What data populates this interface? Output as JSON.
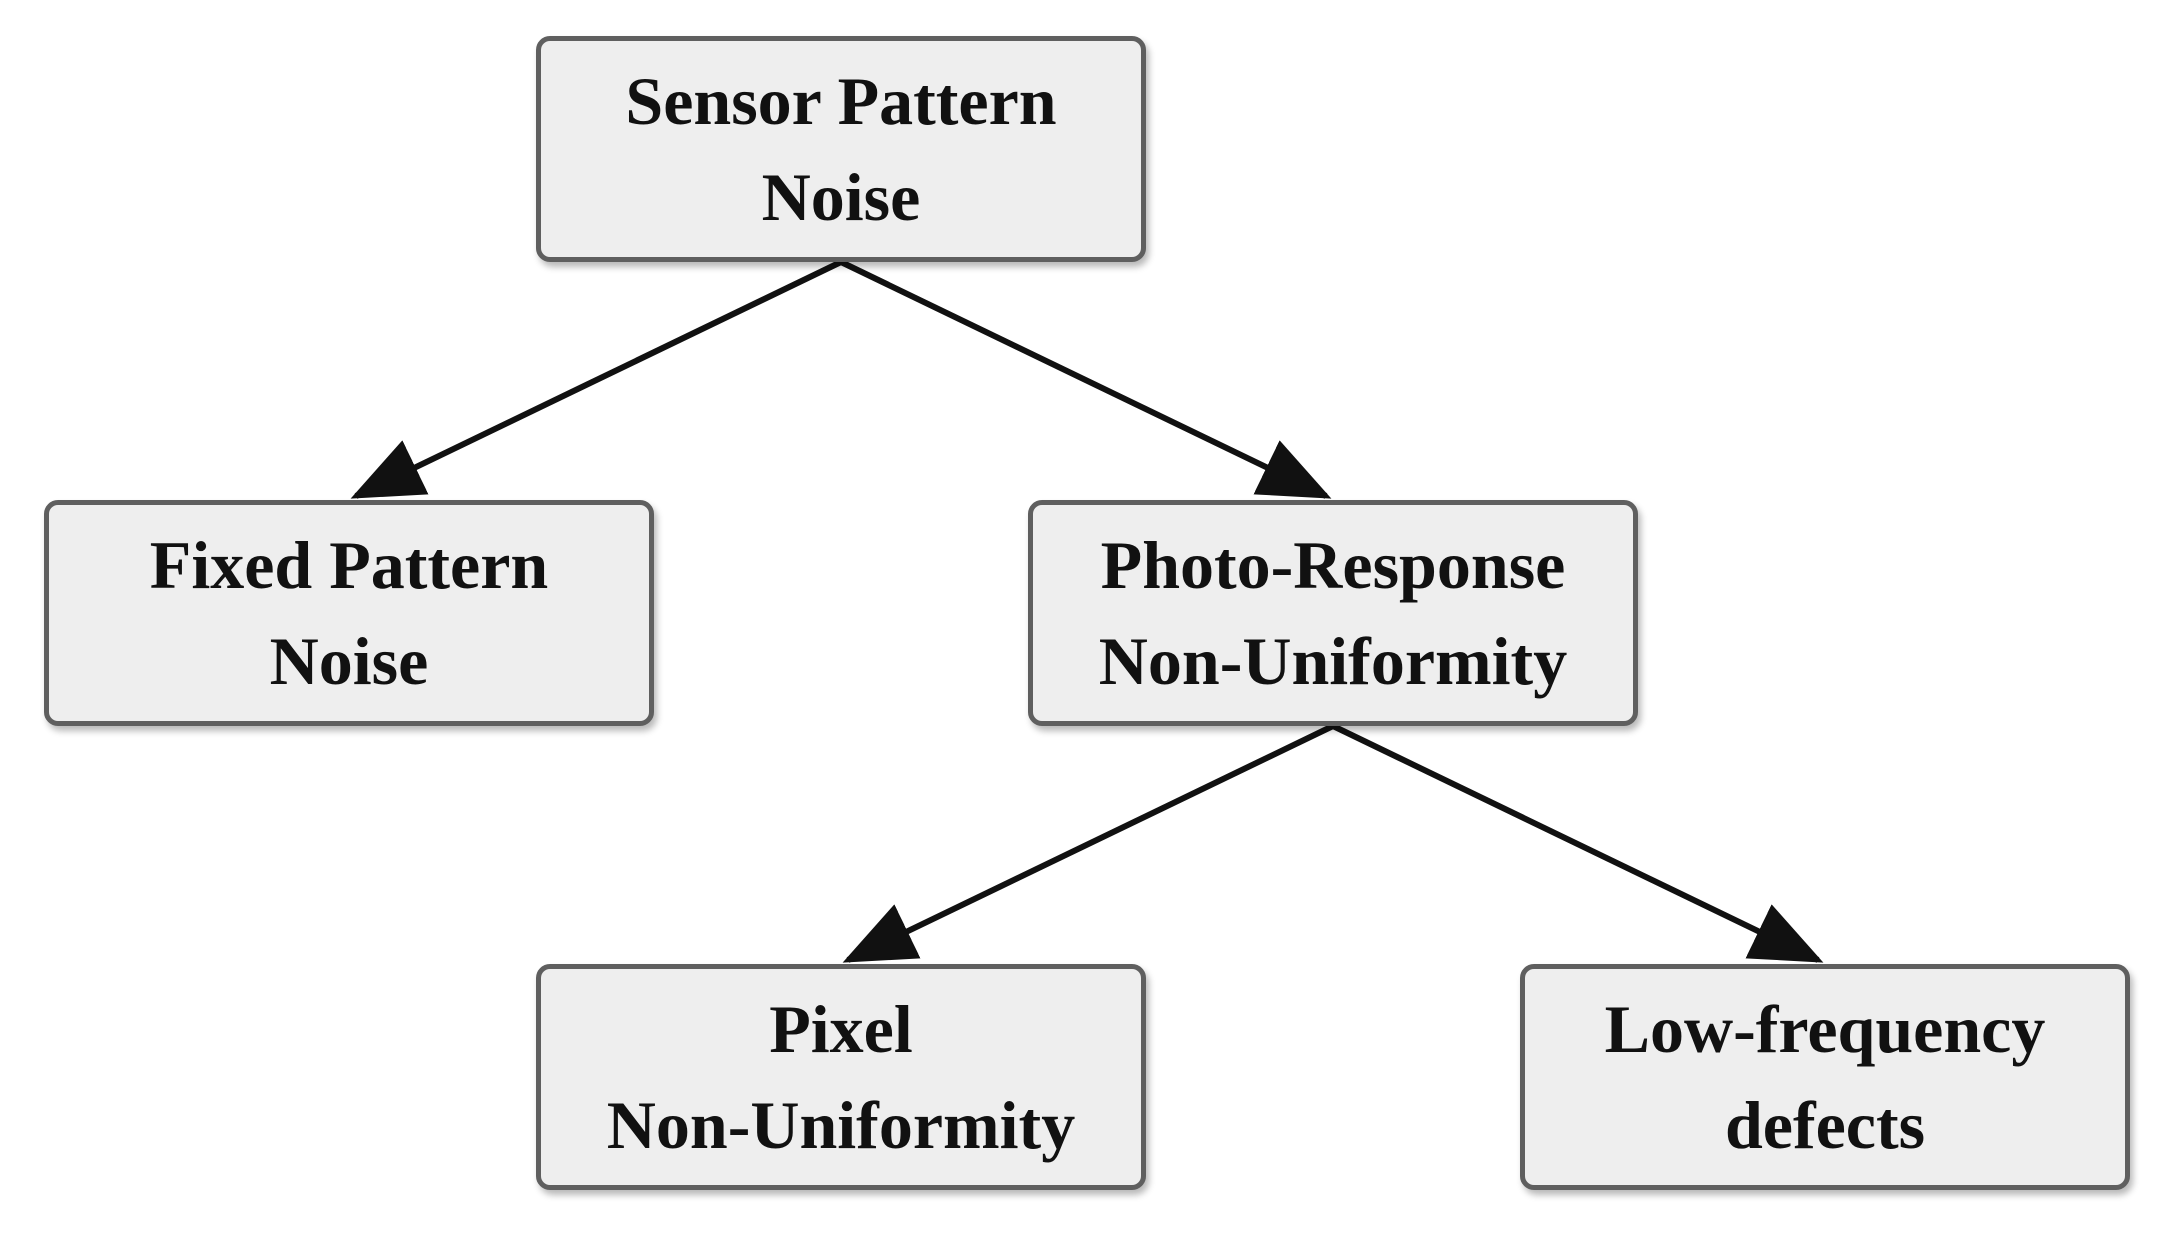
{
  "diagram": {
    "nodes": {
      "root": {
        "line1": "Sensor Pattern",
        "line2": "Noise"
      },
      "fpn": {
        "line1": "Fixed Pattern",
        "line2": "Noise"
      },
      "prnu": {
        "line1": "Photo-Response",
        "line2": "Non-Uniformity"
      },
      "pnu": {
        "line1": "Pixel",
        "line2": "Non-Uniformity"
      },
      "lfd": {
        "line1": "Low-frequency",
        "line2": "defects"
      }
    },
    "edges": [
      {
        "from": "Sensor Pattern Noise",
        "to": "Fixed Pattern Noise"
      },
      {
        "from": "Sensor Pattern Noise",
        "to": "Photo-Response Non-Uniformity"
      },
      {
        "from": "Photo-Response Non-Uniformity",
        "to": "Pixel Non-Uniformity"
      },
      {
        "from": "Photo-Response Non-Uniformity",
        "to": "Low-frequency defects"
      }
    ],
    "colors": {
      "node_fill": "#eeeeee",
      "node_border": "#5f5f5f",
      "text": "#111111",
      "arrow": "#111111"
    }
  }
}
